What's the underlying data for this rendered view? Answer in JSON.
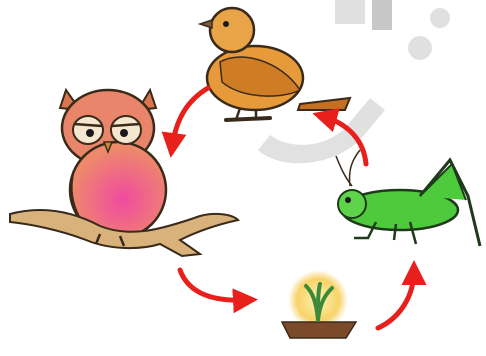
{
  "diagram": {
    "type": "food-chain-cycle",
    "nodes": [
      {
        "id": "bird",
        "icon": "bird-icon"
      },
      {
        "id": "owl",
        "icon": "owl-icon"
      },
      {
        "id": "plant",
        "icon": "plant-sprout-icon"
      },
      {
        "id": "grasshopper",
        "icon": "grasshopper-icon"
      }
    ],
    "edges": [
      {
        "from": "bird",
        "to": "owl"
      },
      {
        "from": "owl",
        "to": "plant"
      },
      {
        "from": "plant",
        "to": "grasshopper"
      },
      {
        "from": "grasshopper",
        "to": "bird"
      }
    ],
    "colors": {
      "arrow": "#e8201c",
      "owl_body": "#e8856a",
      "bird_body": "#e79a3a",
      "grasshopper": "#4ecb3c",
      "branch": "#d8b27a",
      "watermark": "#c8c8c8"
    }
  }
}
